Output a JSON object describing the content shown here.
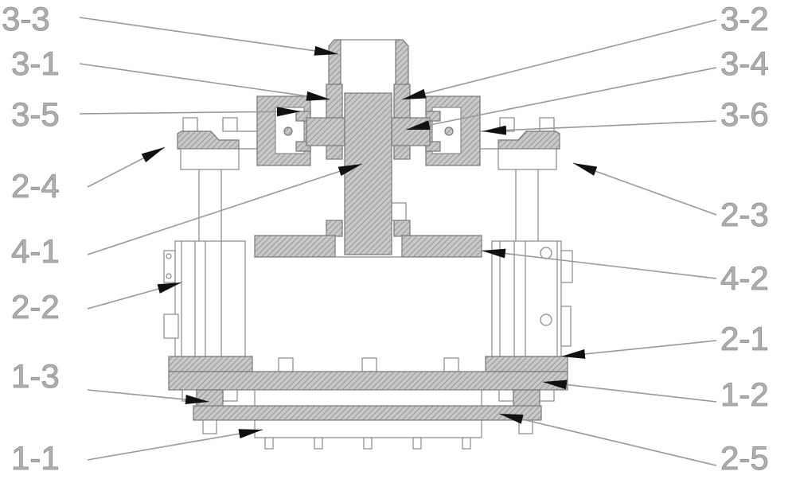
{
  "labels": {
    "l3_3": "3-3",
    "l3_1": "3-1",
    "l3_5": "3-5",
    "l2_4": "2-4",
    "l4_1": "4-1",
    "l2_2": "2-2",
    "l1_3": "1-3",
    "l1_1": "1-1",
    "r3_2": "3-2",
    "r3_4": "3-4",
    "r3_6": "3-6",
    "r2_3": "2-3",
    "r4_2": "4-2",
    "r2_1": "2-1",
    "r1_2": "1-2",
    "r2_5": "2-5"
  }
}
